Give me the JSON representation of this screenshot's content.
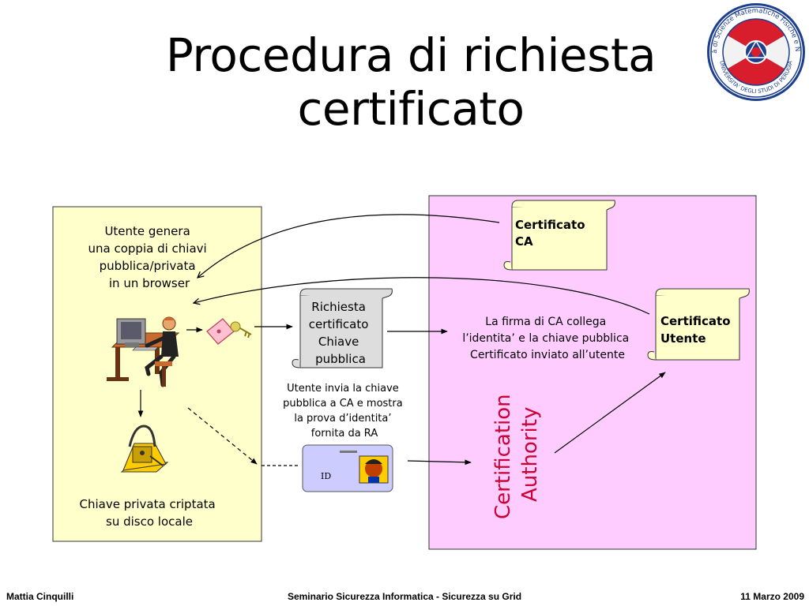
{
  "slide": {
    "title_line1": "Procedura di richiesta",
    "title_line2": "certificato"
  },
  "user_box": {
    "intro_lines": [
      "Utente genera",
      "una coppia di chiavi",
      "pubblica/privata",
      "in un browser"
    ],
    "private_key_lines": [
      "Chiave privata criptata",
      "su disco locale"
    ]
  },
  "request_scroll": {
    "lines": [
      "Richiesta",
      "certificato",
      "Chiave",
      "pubblica"
    ]
  },
  "send_note": {
    "lines": [
      "Utente invia la chiave",
      "pubblica a CA e mostra",
      "la prova d’identita’",
      "fornita da RA"
    ]
  },
  "id_card": {
    "label": "ID"
  },
  "ca_box": {
    "description_lines": [
      "La firma di CA collega",
      "l’identita’ e la chiave pubblica",
      "Certificato inviato all’utente"
    ],
    "vertical_label_lines": [
      "Certification",
      "Authority"
    ],
    "ca_certificate_lines": [
      "Certificato",
      "CA"
    ],
    "user_certificate_lines": [
      "Certificato",
      "Utente"
    ]
  },
  "footer": {
    "left": "Mattia Cinquilli",
    "center": "Seminario Sicurezza Informatica - Sicurezza su Grid",
    "right": "11 Marzo 2009"
  },
  "colors": {
    "user_box_fill": "#ffffcc",
    "ca_box_fill": "#ffccff",
    "request_scroll_fill": "#dddddd",
    "certificate_fill": "#ffffcc",
    "id_card_fill": "#ccccff",
    "authority_label": "#cc0033"
  }
}
